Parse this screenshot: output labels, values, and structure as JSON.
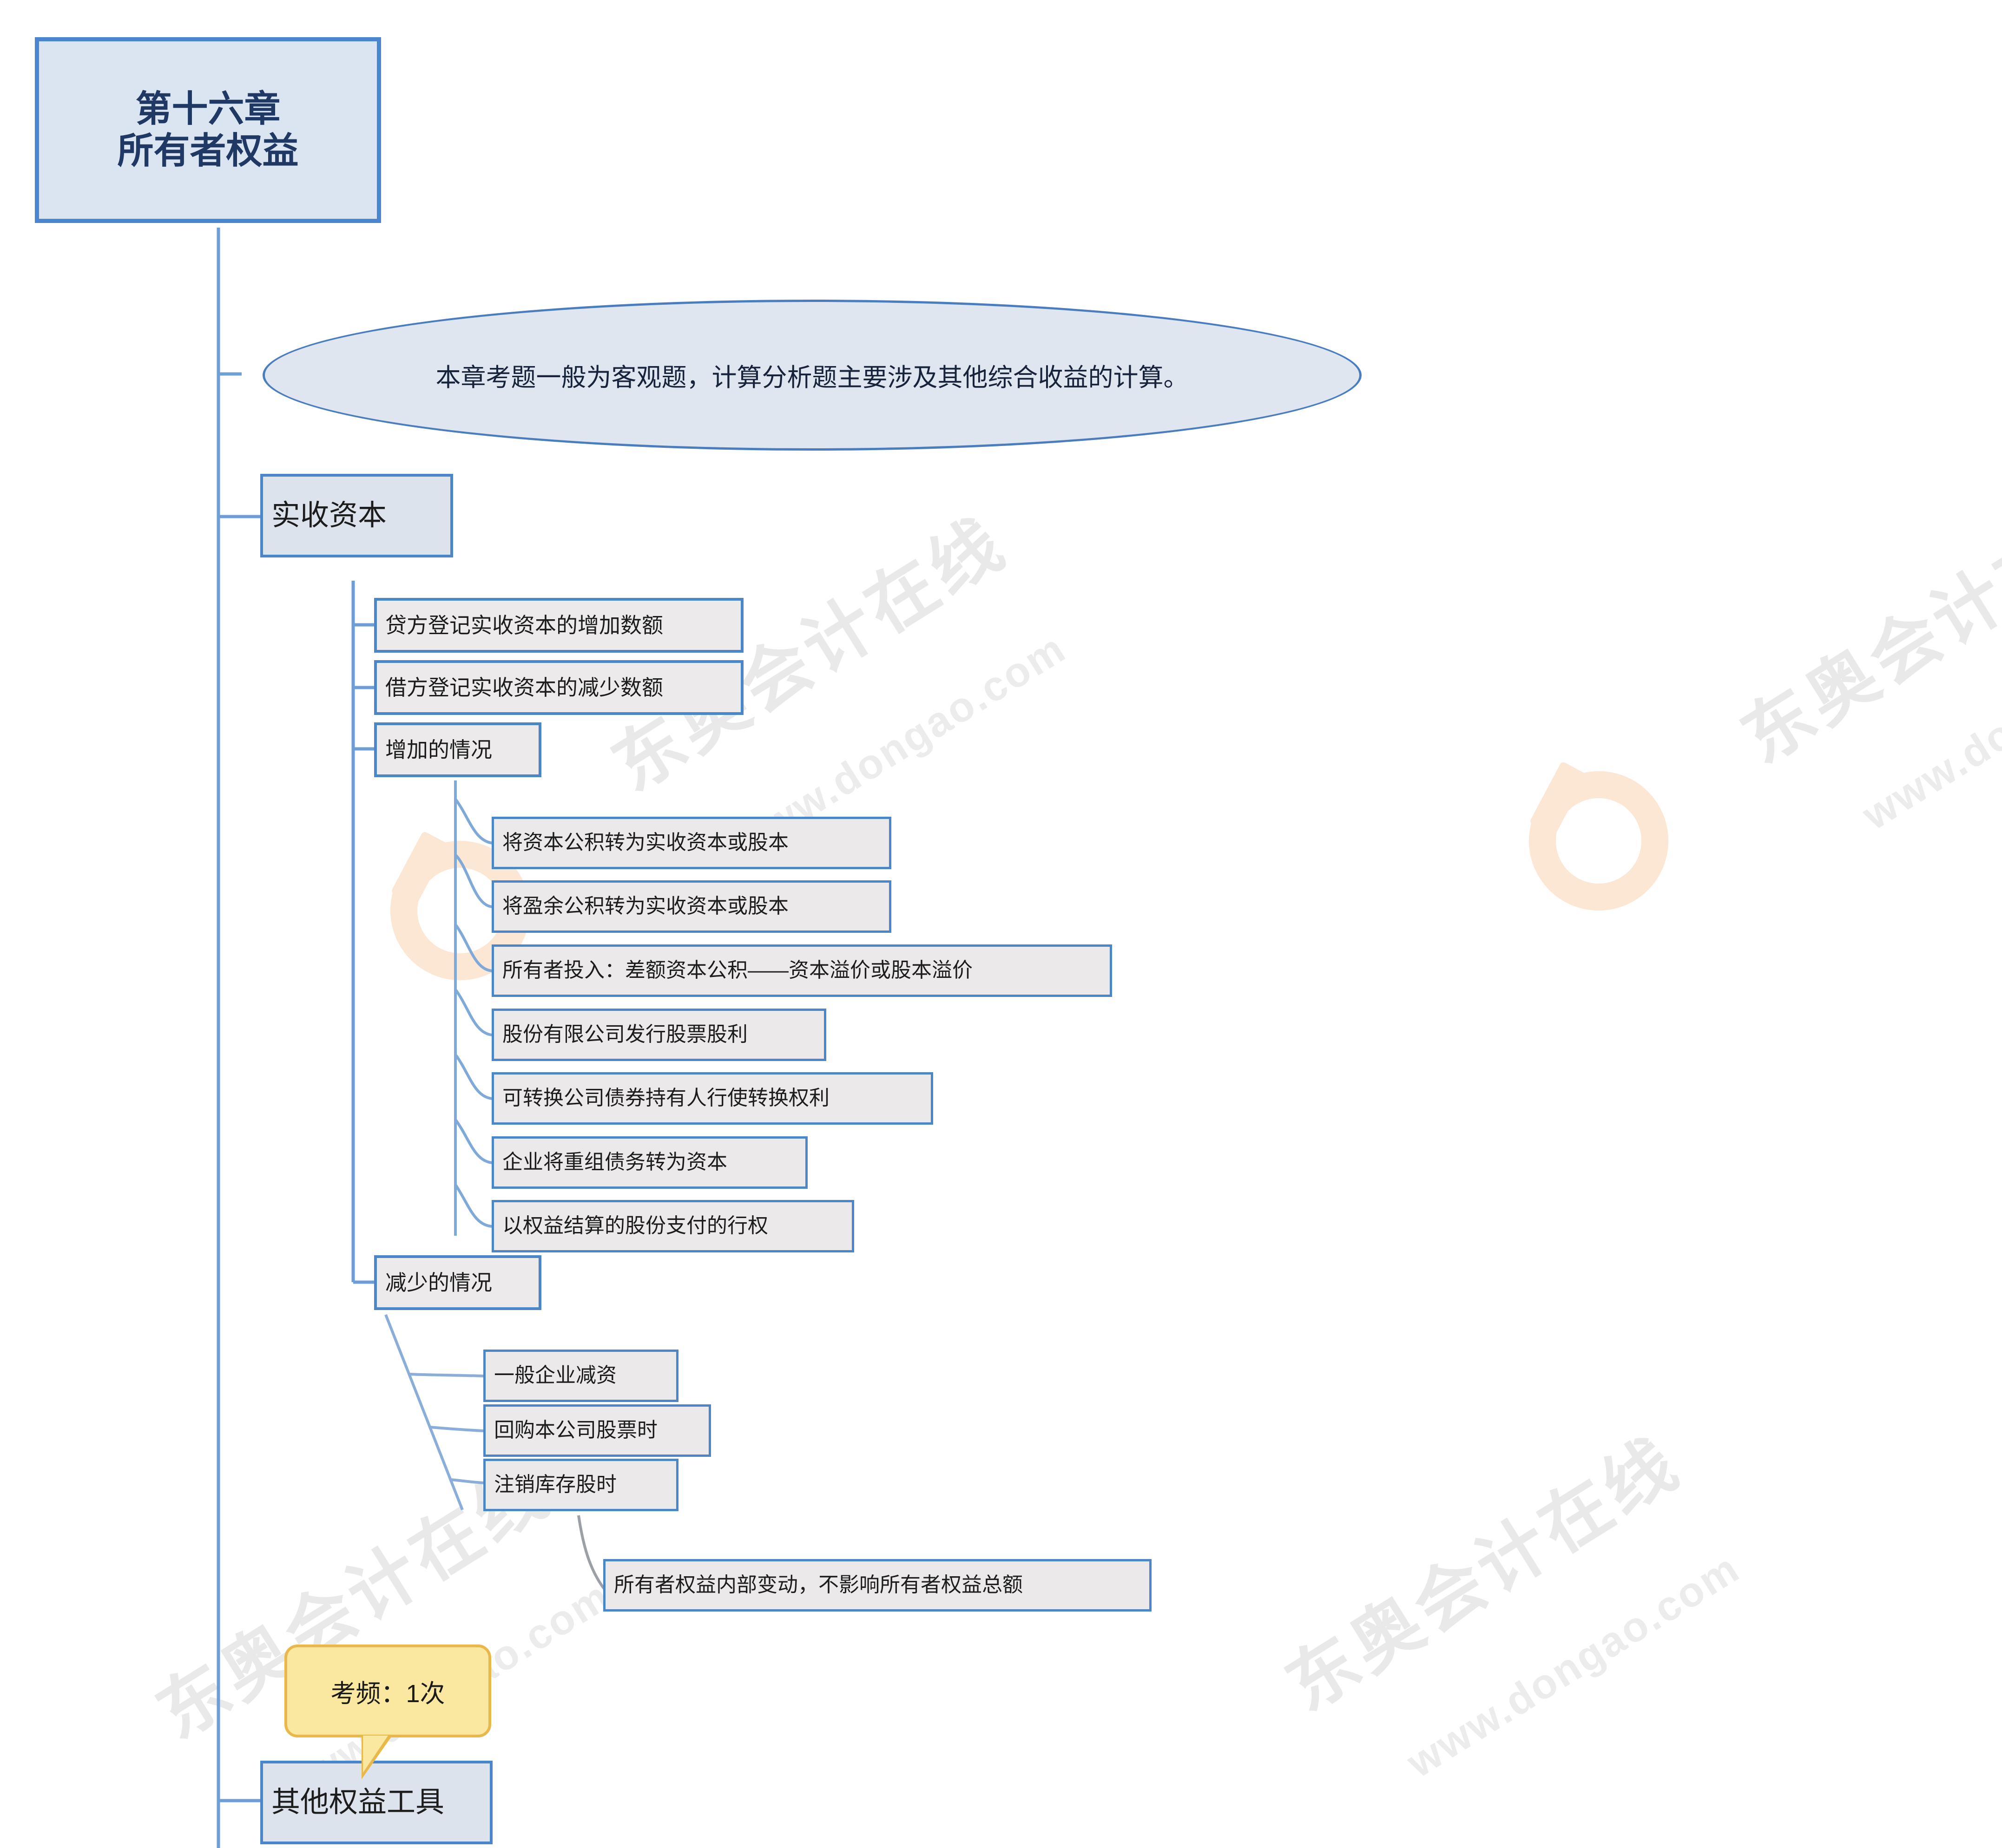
{
  "root": {
    "line1": "第十六章",
    "line2": "所有者权益"
  },
  "summary": {
    "text": "本章考题一般为客观题，计算分析题主要涉及其他综合收益的计算。"
  },
  "branches": [
    {
      "label": "实收资本",
      "children": [
        {
          "label": "贷方登记实收资本的增加数额"
        },
        {
          "label": "借方登记实收资本的减少数额"
        },
        {
          "label": "增加的情况",
          "children": [
            {
              "label": "将资本公积转为实收资本或股本"
            },
            {
              "label": "将盈余公积转为实收资本或股本"
            },
            {
              "label": "所有者投入：差额资本公积——资本溢价或股本溢价"
            },
            {
              "label": "股份有限公司发行股票股利"
            },
            {
              "label": "可转换公司债券持有人行使转换权利"
            },
            {
              "label": "企业将重组债务转为资本"
            },
            {
              "label": "以权益结算的股份支付的行权"
            }
          ]
        },
        {
          "label": "减少的情况",
          "children": [
            {
              "label": "一般企业减资"
            },
            {
              "label": "回购本公司股票时"
            },
            {
              "label": "注销库存股时"
            }
          ]
        }
      ]
    },
    {
      "label": "其他权益工具",
      "callout": "考频：1次"
    }
  ],
  "note": {
    "text": "所有者权益内部变动，不影响所有者权益总额"
  },
  "watermark": {
    "brand": "东奥会计在线",
    "url": "www.dongao.com"
  },
  "colors": {
    "node_border": "#4a86c8",
    "root_border": "#4a86d0",
    "root_fill": "#dbe5f1",
    "node_fill": "#ebe9e9",
    "ellipse_fill": "#dfe6f0",
    "callout_fill": "#fbe8a0",
    "callout_border": "#e8b84b",
    "connector": "#6d9ed6",
    "root_text": "#1f3864"
  }
}
